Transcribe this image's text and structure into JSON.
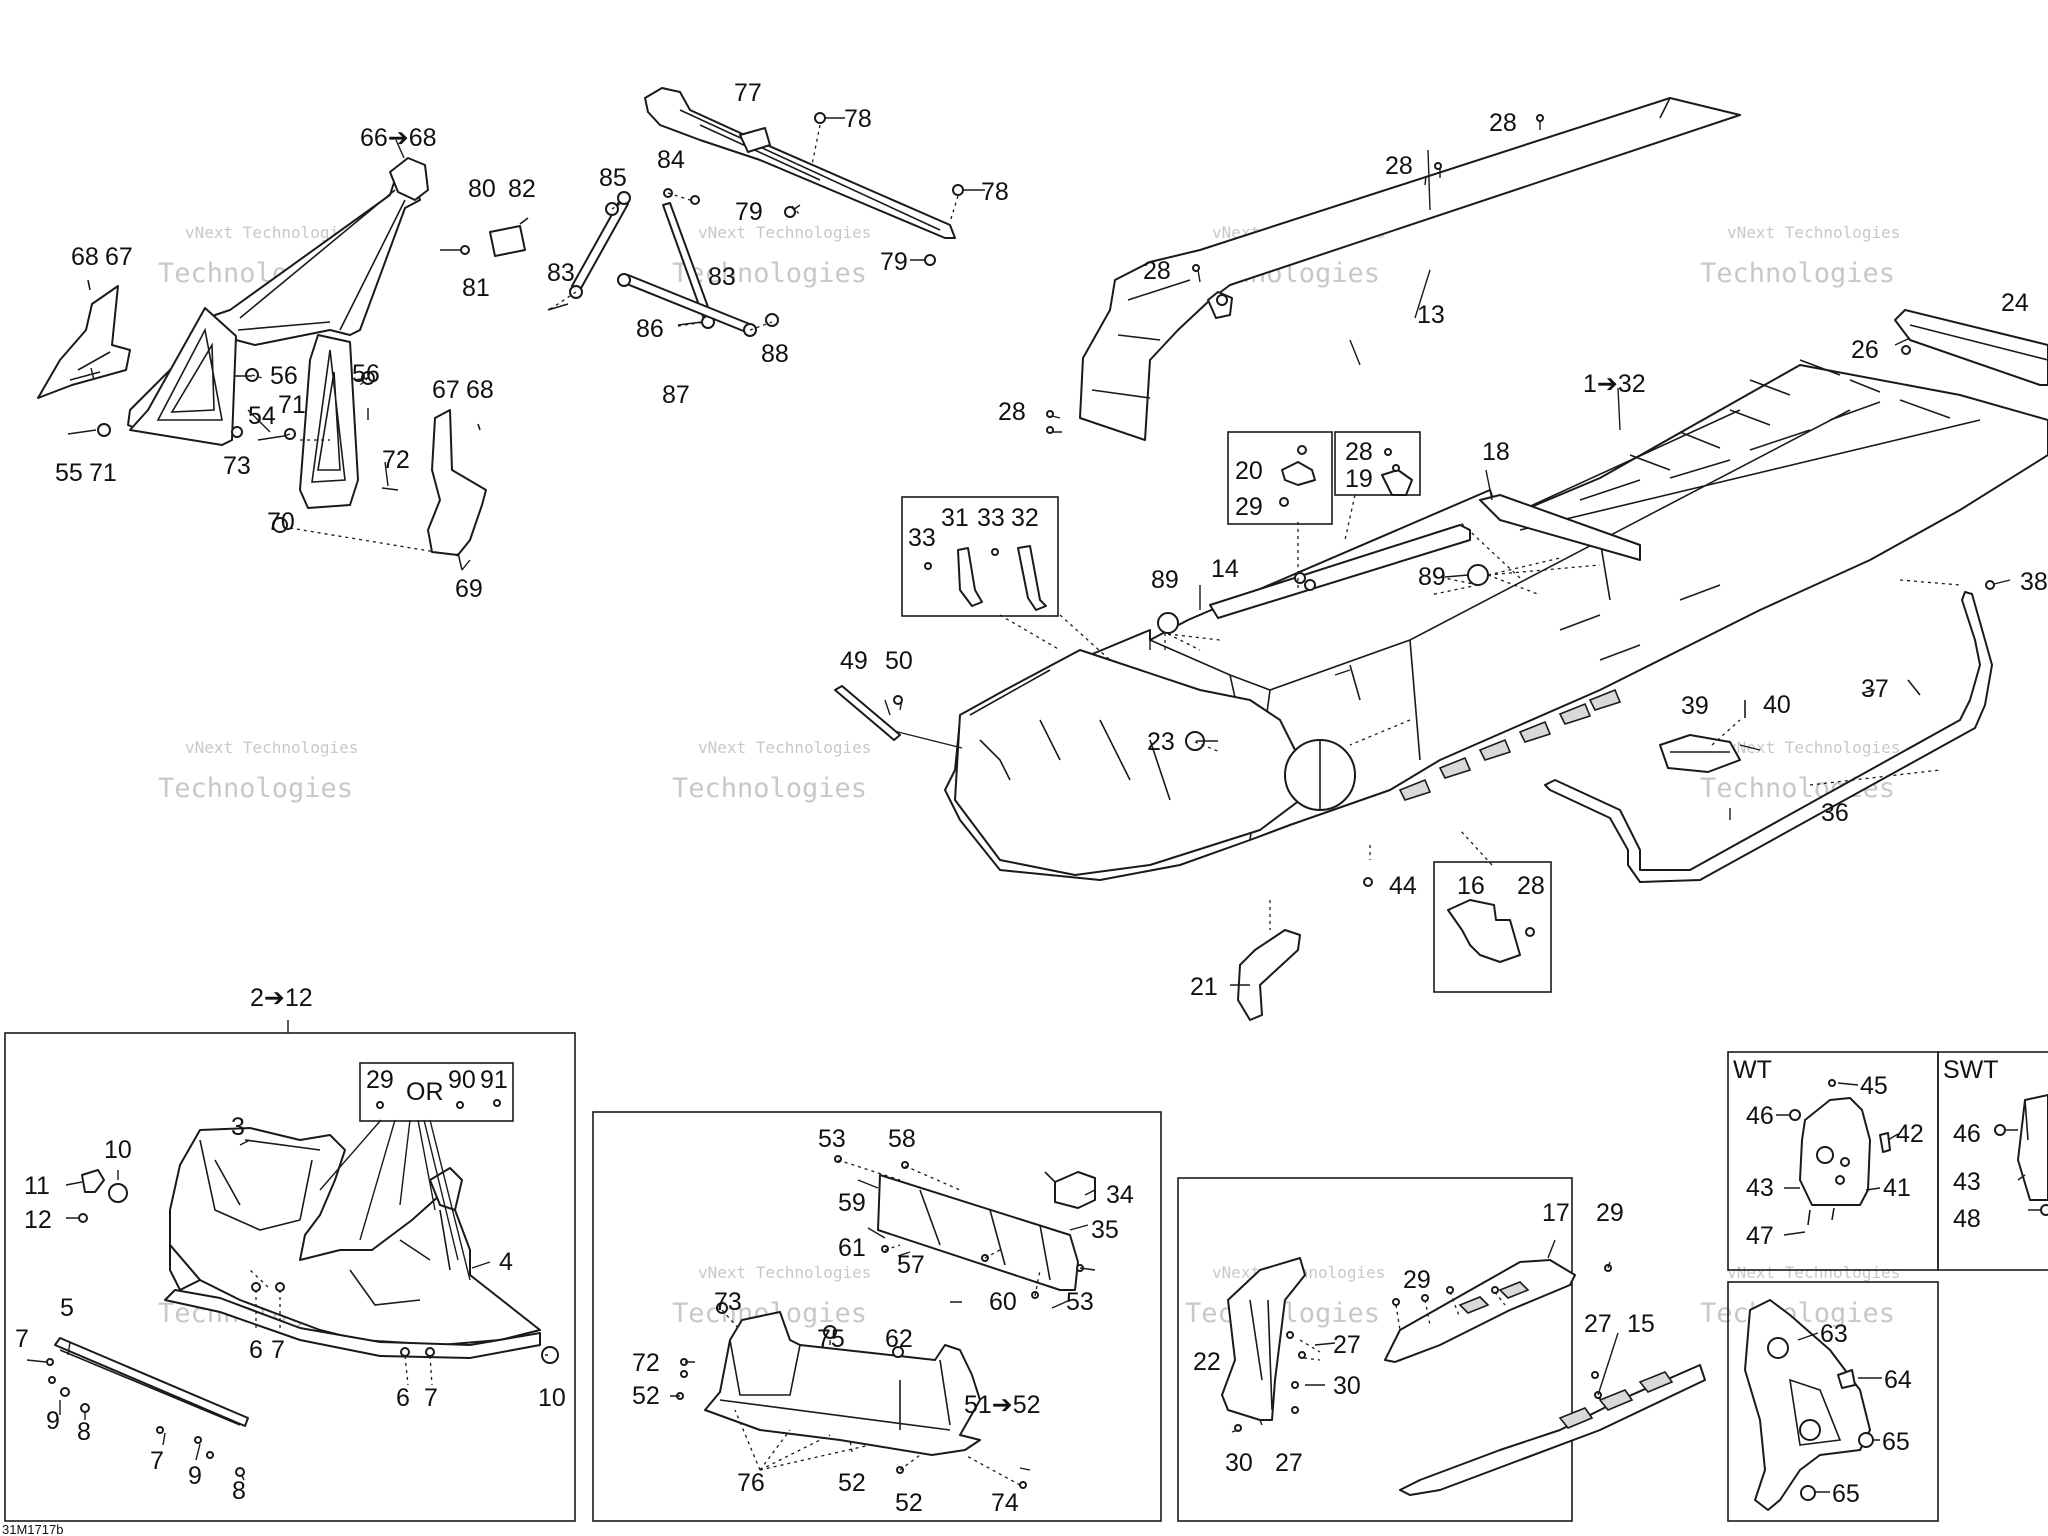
{
  "drawing_code": "31M1717b",
  "watermark": {
    "line1": "vNext Technologies",
    "line2": "Technologies"
  },
  "boxes": {
    "wt": "WT",
    "swt": "SWT",
    "or": "OR"
  },
  "callouts": {
    "c1": "1➔32",
    "c2": "2➔12",
    "c3": "3",
    "c4": "4",
    "c5": "5",
    "c6a": "6",
    "c6b": "6",
    "c7a": "7",
    "c7b": "7",
    "c7c": "7",
    "c7d": "7",
    "c8a": "8",
    "c8b": "8",
    "c9a": "9",
    "c9b": "9",
    "c10a": "10",
    "c10b": "10",
    "c11": "11",
    "c12": "12",
    "c13": "13",
    "c14": "14",
    "c15": "15",
    "c16": "16",
    "c17": "17",
    "c18": "18",
    "c19": "19",
    "c20": "20",
    "c21": "21",
    "c22": "22",
    "c23": "23",
    "c24": "24",
    "c26": "26",
    "c27a": "27",
    "c27b": "27",
    "c27c": "27",
    "c28a": "28",
    "c28b": "28",
    "c28c": "28",
    "c28d": "28",
    "c28e": "28",
    "c28f": "28",
    "c29a": "29",
    "c29b": "29",
    "c29c": "29",
    "c29d": "29",
    "c30a": "30",
    "c30b": "30",
    "c31": "31",
    "c32": "32",
    "c33a": "33",
    "c33b": "33",
    "c34": "34",
    "c35": "35",
    "c36": "36",
    "c37": "37",
    "c38": "38",
    "c39": "39",
    "c40": "40",
    "c41": "41",
    "c42": "42",
    "c43a": "43",
    "c43b": "43",
    "c44": "44",
    "c45": "45",
    "c46a": "46",
    "c46b": "46",
    "c47": "47",
    "c48": "48",
    "c49": "49",
    "c50": "50",
    "c51": "51➔52",
    "c52a": "52",
    "c52b": "52",
    "c52c": "52",
    "c53a": "53",
    "c53b": "53",
    "c54": "54",
    "c55": "55",
    "c56a": "56",
    "c56b": "56",
    "c57": "57",
    "c58": "58",
    "c59": "59",
    "c60": "60",
    "c61": "61",
    "c62": "62",
    "c63": "63",
    "c64": "64",
    "c65a": "65",
    "c65b": "65",
    "c66": "66➔68",
    "c67a": "67",
    "c67b": "67",
    "c68a": "68",
    "c68b": "68",
    "c69": "69",
    "c70": "70",
    "c71a": "71",
    "c71b": "71",
    "c72a": "72",
    "c72b": "72",
    "c73a": "73",
    "c73b": "73",
    "c74": "74",
    "c75": "75",
    "c76": "76",
    "c77": "77",
    "c78a": "78",
    "c78b": "78",
    "c79a": "79",
    "c79b": "79",
    "c80": "80",
    "c81": "81",
    "c82": "82",
    "c83a": "83",
    "c83b": "83",
    "c84": "84",
    "c85": "85",
    "c86": "86",
    "c87": "87",
    "c88": "88",
    "c89a": "89",
    "c89b": "89",
    "c90": "90",
    "c91": "91"
  }
}
